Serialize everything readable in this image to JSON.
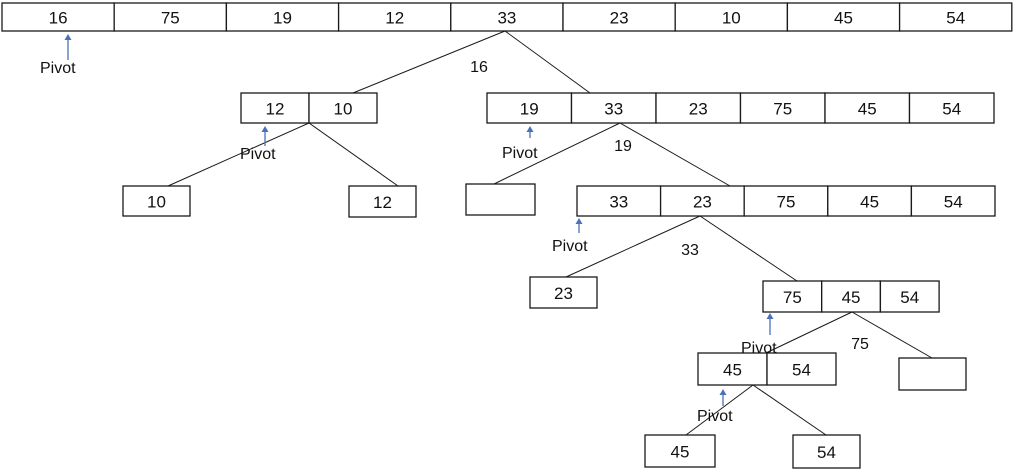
{
  "arrays": [
    {
      "id": "root",
      "values": [
        "16",
        "75",
        "19",
        "12",
        "33",
        "23",
        "10",
        "45",
        "54"
      ]
    },
    {
      "id": "left-1",
      "values": [
        "12",
        "10"
      ]
    },
    {
      "id": "right-1",
      "values": [
        "19",
        "33",
        "23",
        "75",
        "45",
        "54"
      ]
    },
    {
      "id": "leaf-10",
      "values": [
        "10"
      ]
    },
    {
      "id": "leaf-12",
      "values": [
        "12"
      ]
    },
    {
      "id": "empty-19",
      "values": [
        ""
      ]
    },
    {
      "id": "right-2",
      "values": [
        "33",
        "23",
        "75",
        "45",
        "54"
      ]
    },
    {
      "id": "leaf-23",
      "values": [
        "23"
      ]
    },
    {
      "id": "right-3",
      "values": [
        "75",
        "45",
        "54"
      ]
    },
    {
      "id": "left-4",
      "values": [
        "45",
        "54"
      ]
    },
    {
      "id": "empty-75",
      "values": [
        ""
      ]
    },
    {
      "id": "leaf-45",
      "values": [
        "45"
      ]
    },
    {
      "id": "leaf-54",
      "values": [
        "54"
      ]
    }
  ],
  "pivot_label": "Pivot",
  "pivot_values": [
    "16",
    "19",
    "33",
    "75"
  ],
  "colors": {
    "arrow": "#4a72b8",
    "line": "#1a1a1a"
  }
}
